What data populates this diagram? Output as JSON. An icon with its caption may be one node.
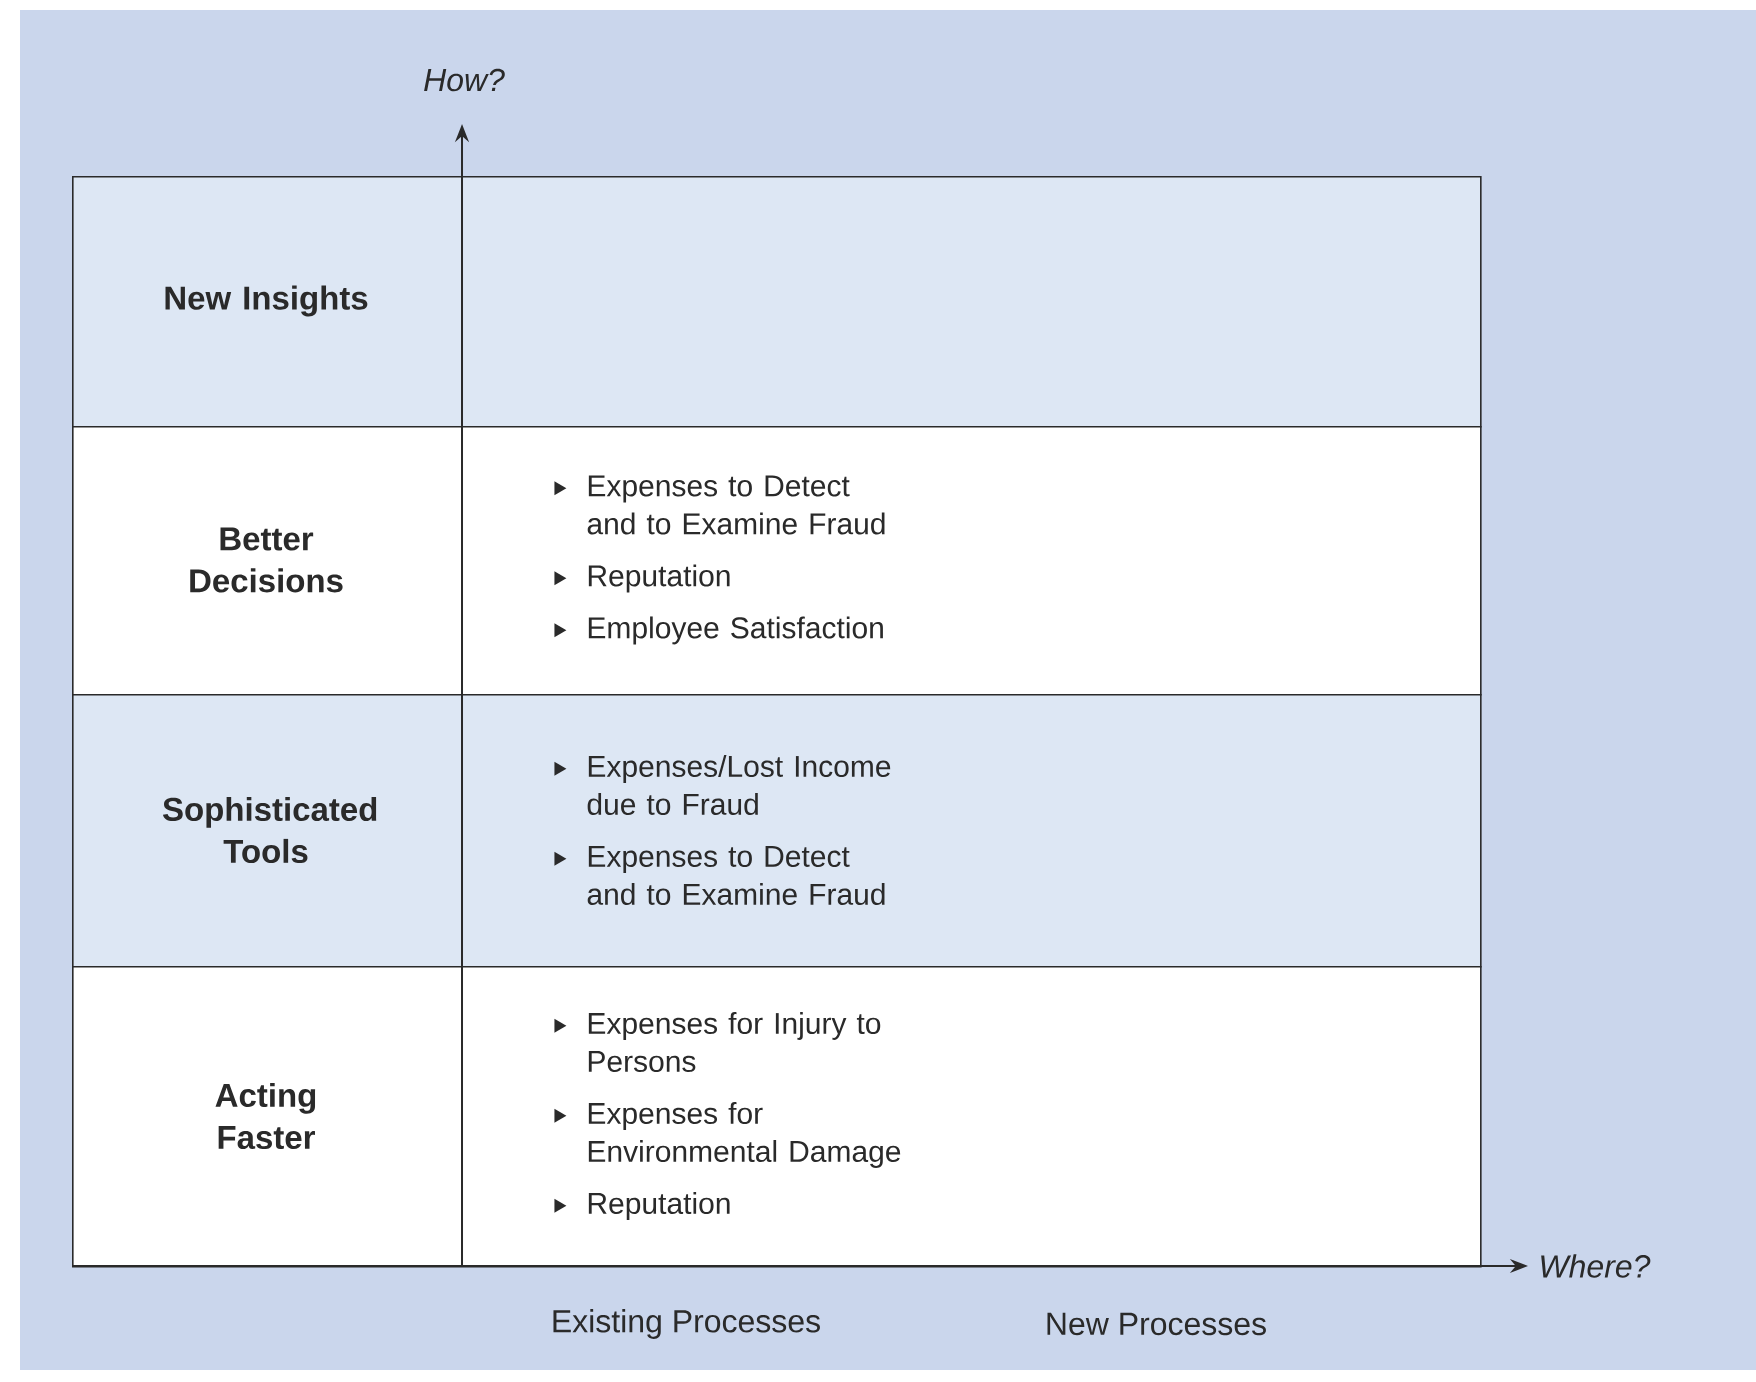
{
  "diagram": {
    "nodes": [
      {
        "text": [
          "New Insights"
        ]
      },
      {
        "text": [
          "Better Decisions",
          "Expenses to Detect and to Examine Fraud",
          "Reputation",
          "Employee Satisfaction"
        ]
      },
      {
        "text": [
          "Sophisticated Tools",
          "Expenses/Lost Income due to Fraud",
          "Expenses to Detect and to Examine Fraud"
        ]
      },
      {
        "text": [
          "Acting Faster",
          "Expenses for Injury to Persons",
          "Expenses for Environmental Damage",
          "Reputation"
        ]
      }
    ],
    "labels": [
      "How?",
      "Where?",
      "Existing Processes",
      "New Processes"
    ]
  }
}
